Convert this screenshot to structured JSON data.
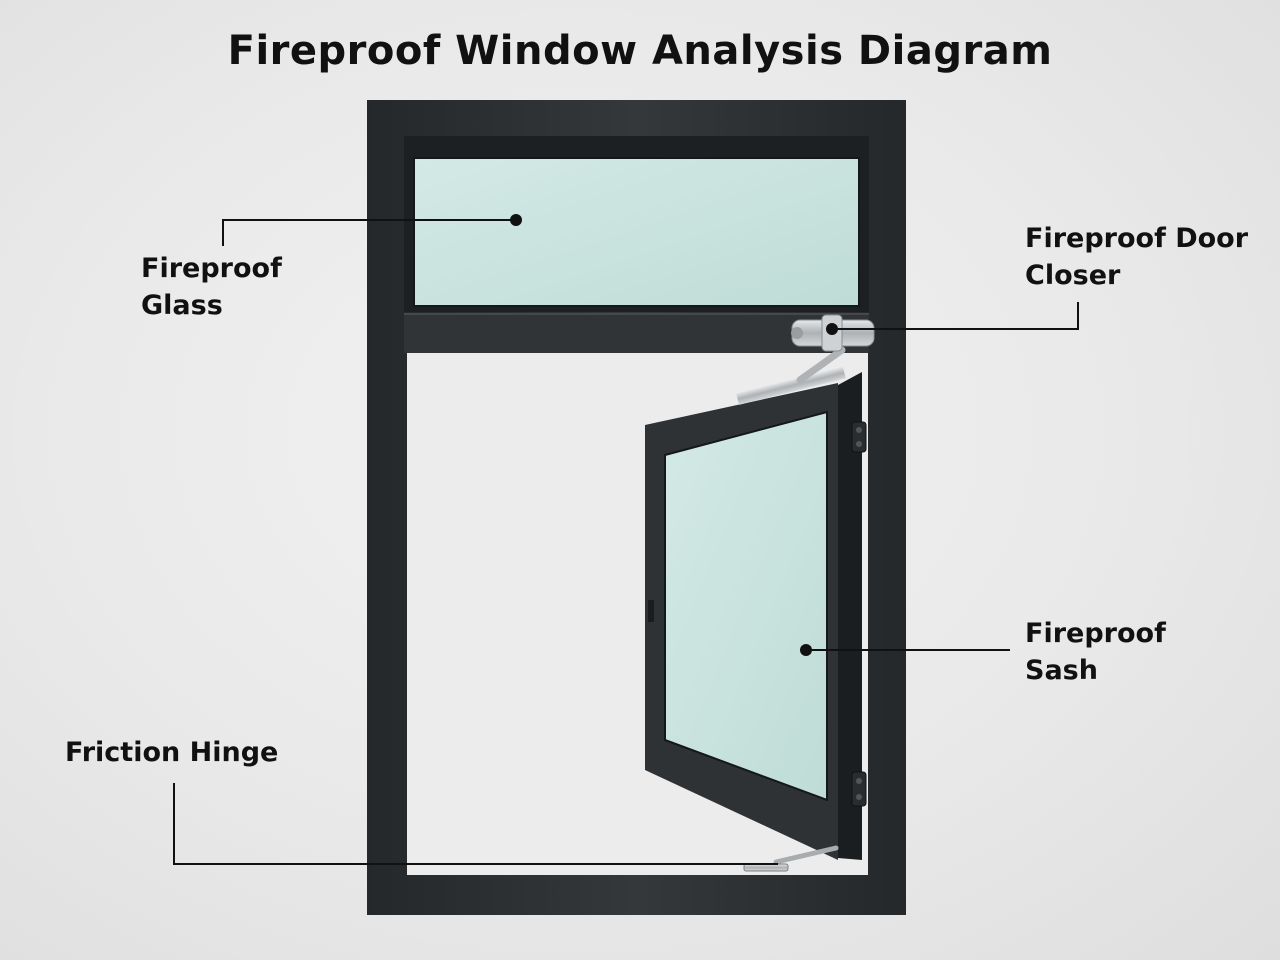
{
  "title": "Fireproof Window Analysis Diagram",
  "labels": {
    "glass": {
      "line1": "Fireproof",
      "line2": "Glass"
    },
    "closer": {
      "line1": "Fireproof Door",
      "line2": "Closer"
    },
    "sash": {
      "line1": "Fireproof",
      "line2": "Sash"
    },
    "hinge": {
      "line1": "Friction Hinge"
    }
  },
  "colors": {
    "frame": "#2c2f31",
    "glass": "#c9e3de",
    "leader": "#111111",
    "hardware": "#b9bcbe"
  }
}
